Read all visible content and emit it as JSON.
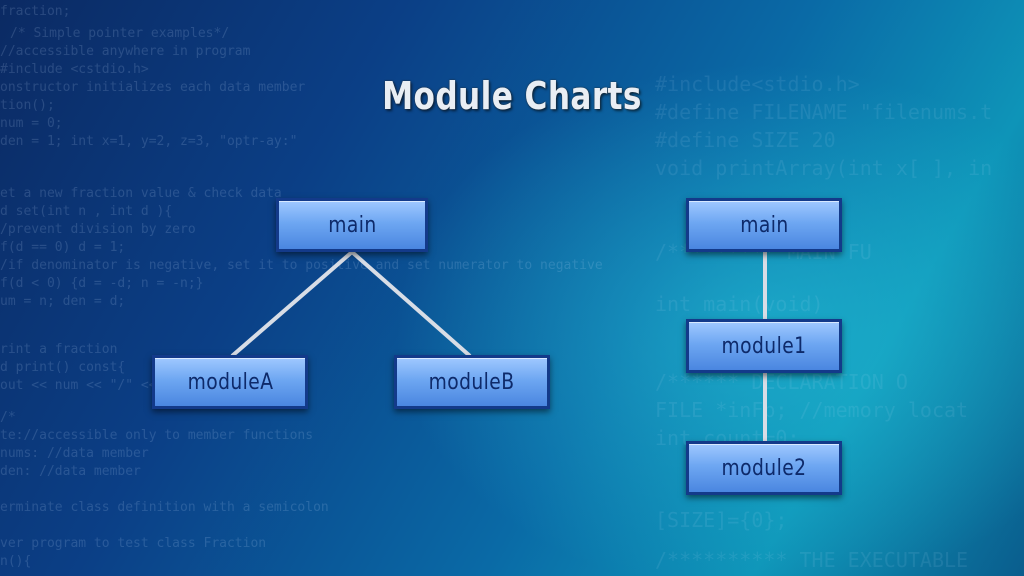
{
  "title": "Module Charts",
  "diagrams": [
    {
      "nodes": {
        "root": "main",
        "left": "moduleA",
        "right": "moduleB"
      }
    },
    {
      "nodes": {
        "top": "main",
        "middle": "module1",
        "bottom": "module2"
      }
    }
  ],
  "colors": {
    "node_fill": "#6ea7f2",
    "node_border": "#133a8a",
    "node_text": "#0e2a6a",
    "connector": "#d8dde6",
    "title_text": "#e9eef4"
  }
}
